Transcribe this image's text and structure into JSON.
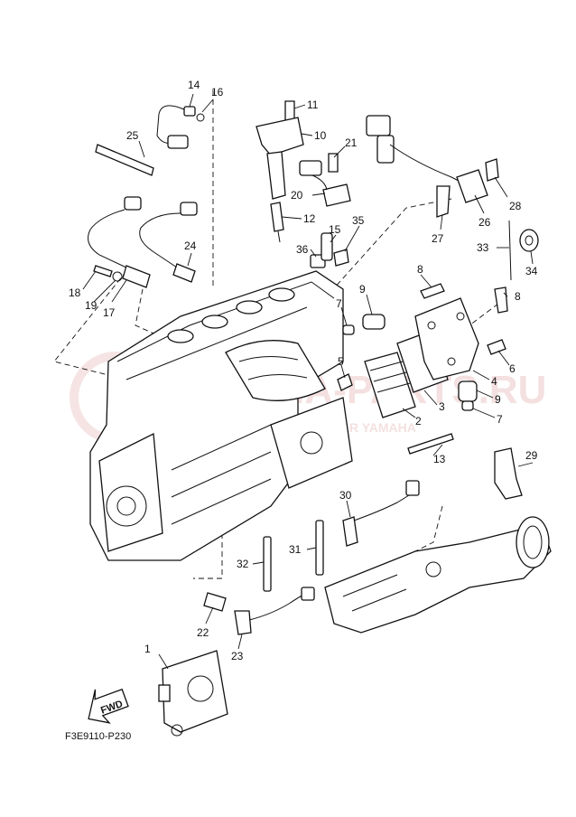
{
  "diagram": {
    "reference_code": "F3E9110-P230",
    "fwd_label": "FWD",
    "watermark": {
      "main": "YAMAHA-PARTS.RU",
      "sub": "YAMAHA | OFFICIAL DEALER YAMAHA"
    },
    "callouts": [
      "1",
      "2",
      "3",
      "4",
      "5",
      "6",
      "7",
      "7",
      "8",
      "8",
      "9",
      "9",
      "10",
      "11",
      "12",
      "13",
      "14",
      "15",
      "16",
      "17",
      "18",
      "19",
      "20",
      "21",
      "22",
      "23",
      "24",
      "25",
      "26",
      "27",
      "28",
      "29",
      "30",
      "31",
      "32",
      "33",
      "34",
      "35",
      "36"
    ]
  },
  "colors": {
    "line": "#111111",
    "watermark": "#c85a5a"
  }
}
